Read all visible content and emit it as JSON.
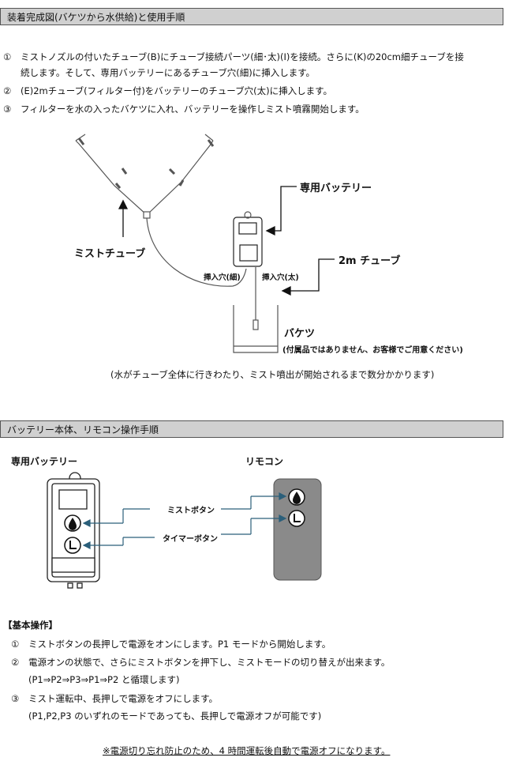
{
  "section1": {
    "title": "装着完成図(バケツから水供給)と使用手順",
    "steps": [
      {
        "num": "①",
        "line1": "ミストノズルの付いたチューブ(B)にチューブ接続パーツ(細･太)(I)を接続。さらに(K)の20cm細チューブを接",
        "line2": "続します。そして、専用バッテリーにあるチューブ穴(細)に挿入します。"
      },
      {
        "num": "②",
        "line1": "(E)2mチューブ(フィルター付)をバッテリーのチューブ穴(太)に挿入します。"
      },
      {
        "num": "③",
        "line1": "フィルターを水の入ったバケツに入れ、バッテリーを操作しミスト噴霧開始します。"
      }
    ],
    "diagram": {
      "battery_label": "専用バッテリー",
      "tube2m_label": "2m チューブ",
      "mist_tube_label": "ミストチューブ",
      "hole_thin": "挿入穴(細)",
      "hole_thick": "挿入穴(太)",
      "bucket_label": "バケツ",
      "bucket_note": "(付属品ではありません、お客様でご用意ください)"
    },
    "note": "(水がチューブ全体に行きわたり、ミスト噴出が開始されるまで数分かかります)"
  },
  "section2": {
    "title": "バッテリー本体、リモコン操作手順",
    "battery_label": "専用バッテリー",
    "remote_label": "リモコン",
    "mist_button_label": "ミストボタン",
    "timer_button_label": "タイマーボタン"
  },
  "basic": {
    "heading": "【基本操作】",
    "items": [
      {
        "num": "①",
        "text": "ミストボタンの長押しで電源をオンにします。P1 モードから開始します。"
      },
      {
        "num": "②",
        "text": "電源オンの状態で、さらにミストボタンを押下し、ミストモードの切り替えが出来ます。",
        "sub": "(P1⇒P2⇒P3⇒P1⇒P2 と循環します)"
      },
      {
        "num": "③",
        "text": "ミスト運転中、長押しで電源をオフにします。",
        "sub": "(P1,P2,P3 のいずれのモードであっても、長押しで電源オフが可能です)"
      }
    ],
    "footer": "※電源切り忘れ防止のため、4 時間運転後自動で電源オフになります。"
  },
  "colors": {
    "arrow": "#2b5f7a",
    "remote_body": "#8a8a8a",
    "bar": "#d0d0d0"
  }
}
